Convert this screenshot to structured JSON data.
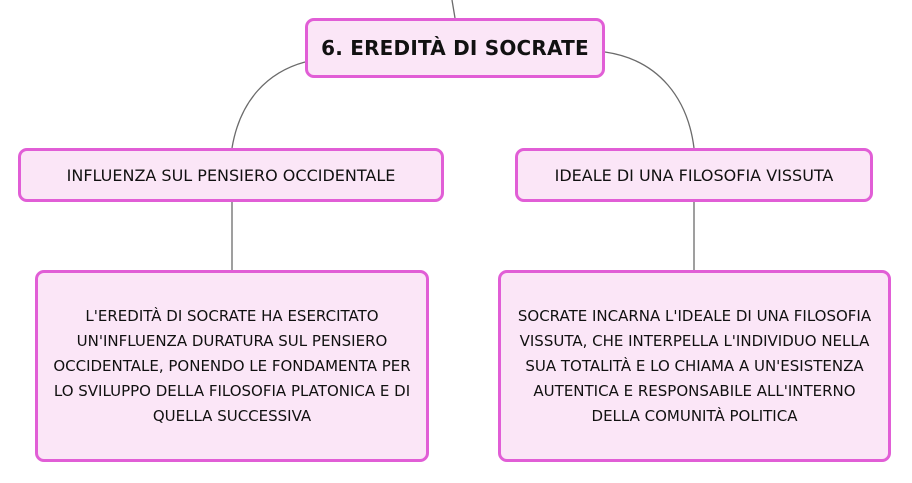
{
  "map": {
    "root": {
      "label": "6. EREDITÀ DI SOCRATE"
    },
    "branches": [
      {
        "label": "INFLUENZA SUL PENSIERO OCCIDENTALE",
        "detail": "L'EREDITÀ DI SOCRATE HA ESERCITATO UN'INFLUENZA DURATURA SUL PENSIERO OCCIDENTALE, PONENDO LE FONDAMENTA PER LO SVILUPPO DELLA FILOSOFIA PLATONICA E DI QUELLA SUCCESSIVA"
      },
      {
        "label": "IDEALE DI UNA FILOSOFIA VISSUTA",
        "detail": "SOCRATE INCARNA L'IDEALE DI UNA FILOSOFIA VISSUTA, CHE INTERPELLA L'INDIVIDUO NELLA SUA TOTALITÀ E LO CHIAMA A UN'ESISTENZA AUTENTICA E RESPONSABILE ALL'INTERNO DELLA COMUNITÀ POLITICA"
      }
    ]
  },
  "colors": {
    "node_border": "#e15ed6",
    "node_fill": "#fbe6f7",
    "connector": "#6b6b6b",
    "text": "#111111"
  }
}
